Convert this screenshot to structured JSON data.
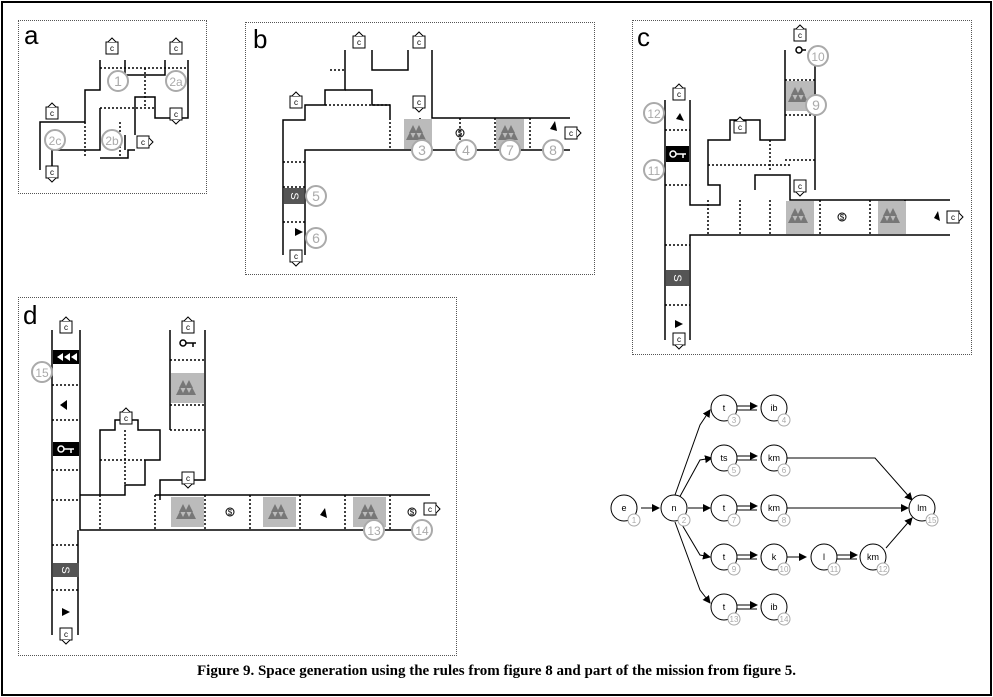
{
  "panels": {
    "a": "a",
    "b": "b",
    "c": "c",
    "d": "d"
  },
  "connector_letter": "c",
  "region_labels": {
    "r1": "1",
    "r2a": "2a",
    "r2b": "2b",
    "r2c": "2c",
    "r3": "3",
    "r4": "4",
    "r5": "5",
    "r6": "6",
    "r7": "7",
    "r8": "8",
    "r9": "9",
    "r10": "10",
    "r11": "11",
    "r12": "12",
    "r13": "13",
    "r14": "14",
    "r15": "15"
  },
  "tile_letters": {
    "s": "S",
    "coin": "$"
  },
  "mission_graph": {
    "nodes": [
      {
        "id": "e",
        "num": "1"
      },
      {
        "id": "n",
        "num": "2"
      },
      {
        "id": "t",
        "num": "3"
      },
      {
        "id": "ib",
        "num": "4"
      },
      {
        "id": "ts",
        "num": "5"
      },
      {
        "id": "km",
        "num": "6"
      },
      {
        "id": "t",
        "num": "7"
      },
      {
        "id": "km",
        "num": "8"
      },
      {
        "id": "t",
        "num": "9"
      },
      {
        "id": "k",
        "num": "10"
      },
      {
        "id": "l",
        "num": "11"
      },
      {
        "id": "km",
        "num": "12"
      },
      {
        "id": "t",
        "num": "13"
      },
      {
        "id": "ib",
        "num": "14"
      },
      {
        "id": "lm",
        "num": "15"
      }
    ]
  },
  "caption": "Figure 9. Space generation using the rules from figure 8 and part of the mission from figure 5."
}
